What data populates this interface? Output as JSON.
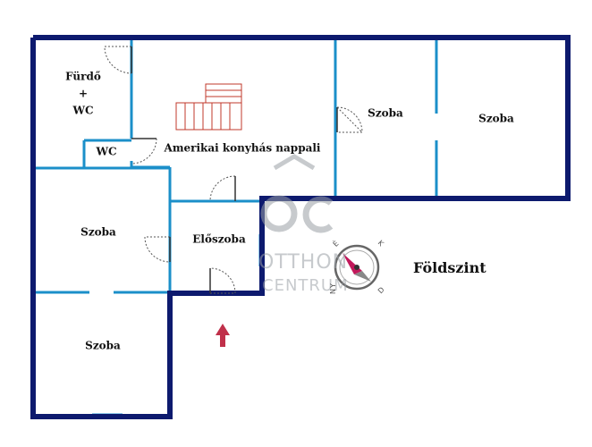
{
  "plan": {
    "level_label": "Földszint",
    "rooms": {
      "bathroom_line1": "Fürdő",
      "bathroom_line2": "+",
      "bathroom_line3": "WC",
      "wc": "WC",
      "living": "Amerikai konyhás nappali",
      "room_top_middle": "Szoba",
      "room_top_right": "Szoba",
      "room_left_middle": "Szoba",
      "hall": "Előszoba",
      "room_bottom_left": "Szoba"
    }
  },
  "watermark": {
    "logo": "ÔC",
    "line1": "OTTHON",
    "line2": "CENTRUM"
  },
  "compass": {
    "letters": [
      "É",
      "K",
      "D",
      "NY"
    ]
  },
  "colors": {
    "outer_wall": "#0d1a6e",
    "inner_wall": "#1b8fc9",
    "window": "#8ec8ea",
    "stairs": "#c0392b",
    "entrance_arrow": "#c0304a",
    "compass_needle": "#c2185b"
  }
}
